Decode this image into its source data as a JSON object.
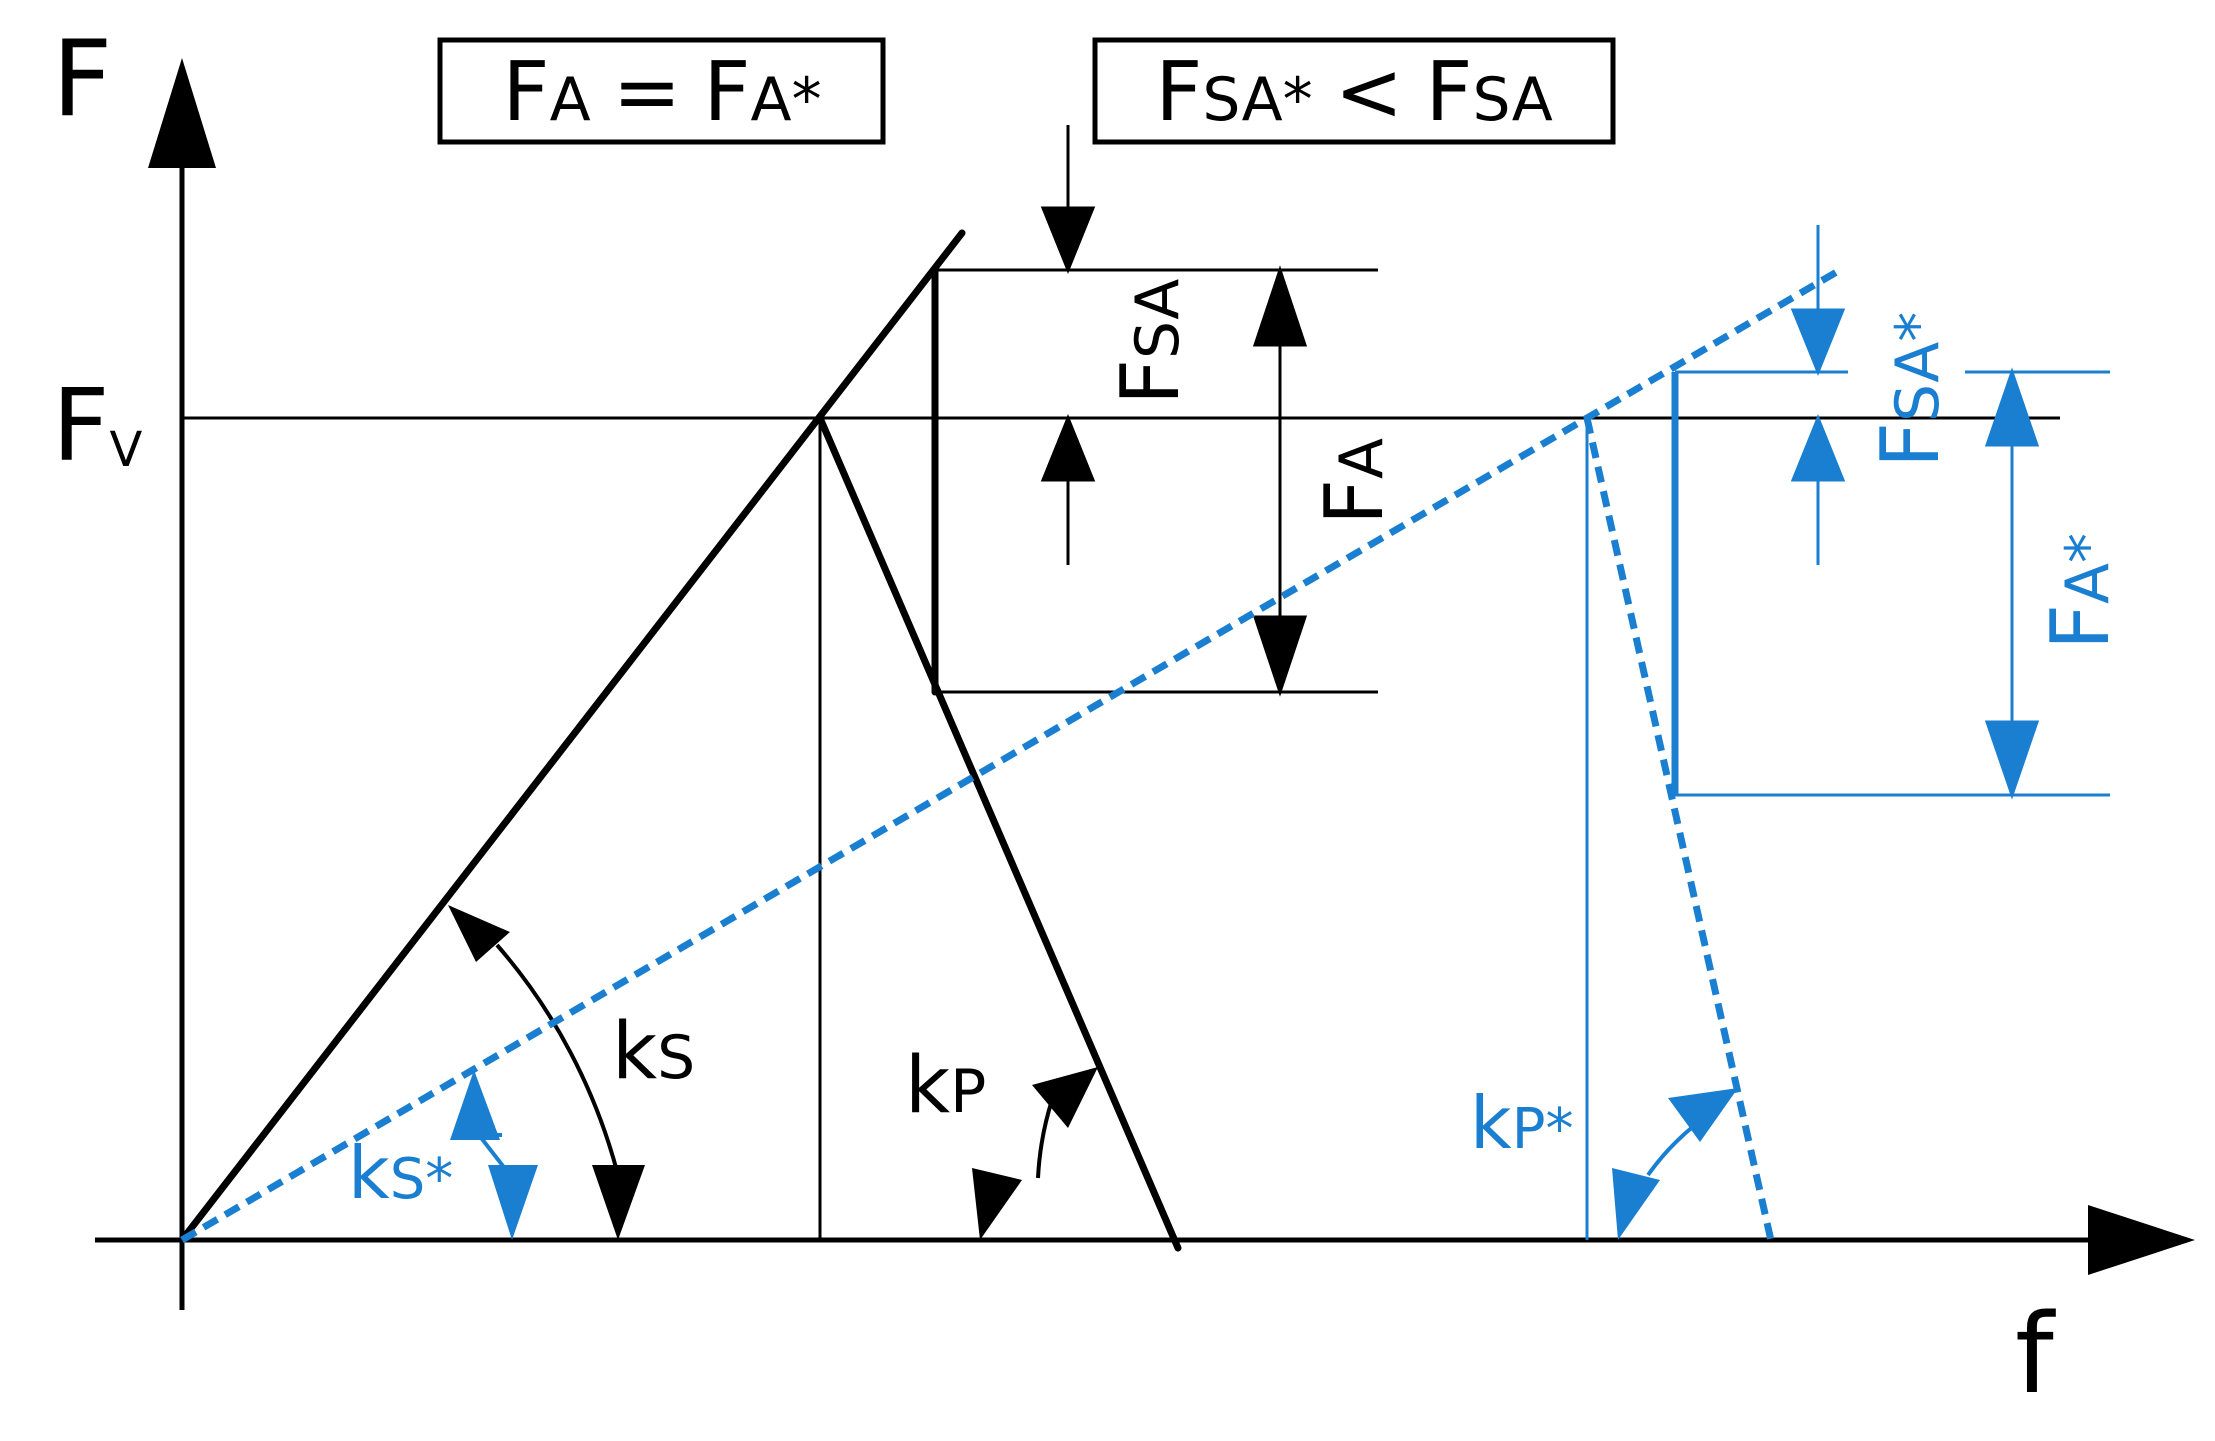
{
  "colors": {
    "black": "#000000",
    "blue": "#1a7fd0"
  },
  "axes": {
    "y_label": "F",
    "x_label": "f",
    "level_label": {
      "main": "F",
      "sub": "V"
    }
  },
  "boxes": {
    "left": {
      "f1": "F",
      "s1": "A",
      "eq": "=",
      "f2": "F",
      "s2": "A*"
    },
    "right": {
      "f1": "F",
      "s1": "SA*",
      "lt": "<",
      "f2": "F",
      "s2": "SA"
    }
  },
  "labels": {
    "fsa": {
      "main": "F",
      "sub": "SA"
    },
    "fa": {
      "main": "F",
      "sub": "A"
    },
    "fsa_star": {
      "main": "F",
      "sub": "SA*"
    },
    "fa_star": {
      "main": "F",
      "sub": "A*"
    },
    "ks": {
      "main": "k",
      "sub": "S"
    },
    "kp": {
      "main": "k",
      "sub": "P"
    },
    "ks_star": {
      "main": "k",
      "sub": "S*"
    },
    "kp_star": {
      "main": "k",
      "sub": "P*"
    }
  }
}
